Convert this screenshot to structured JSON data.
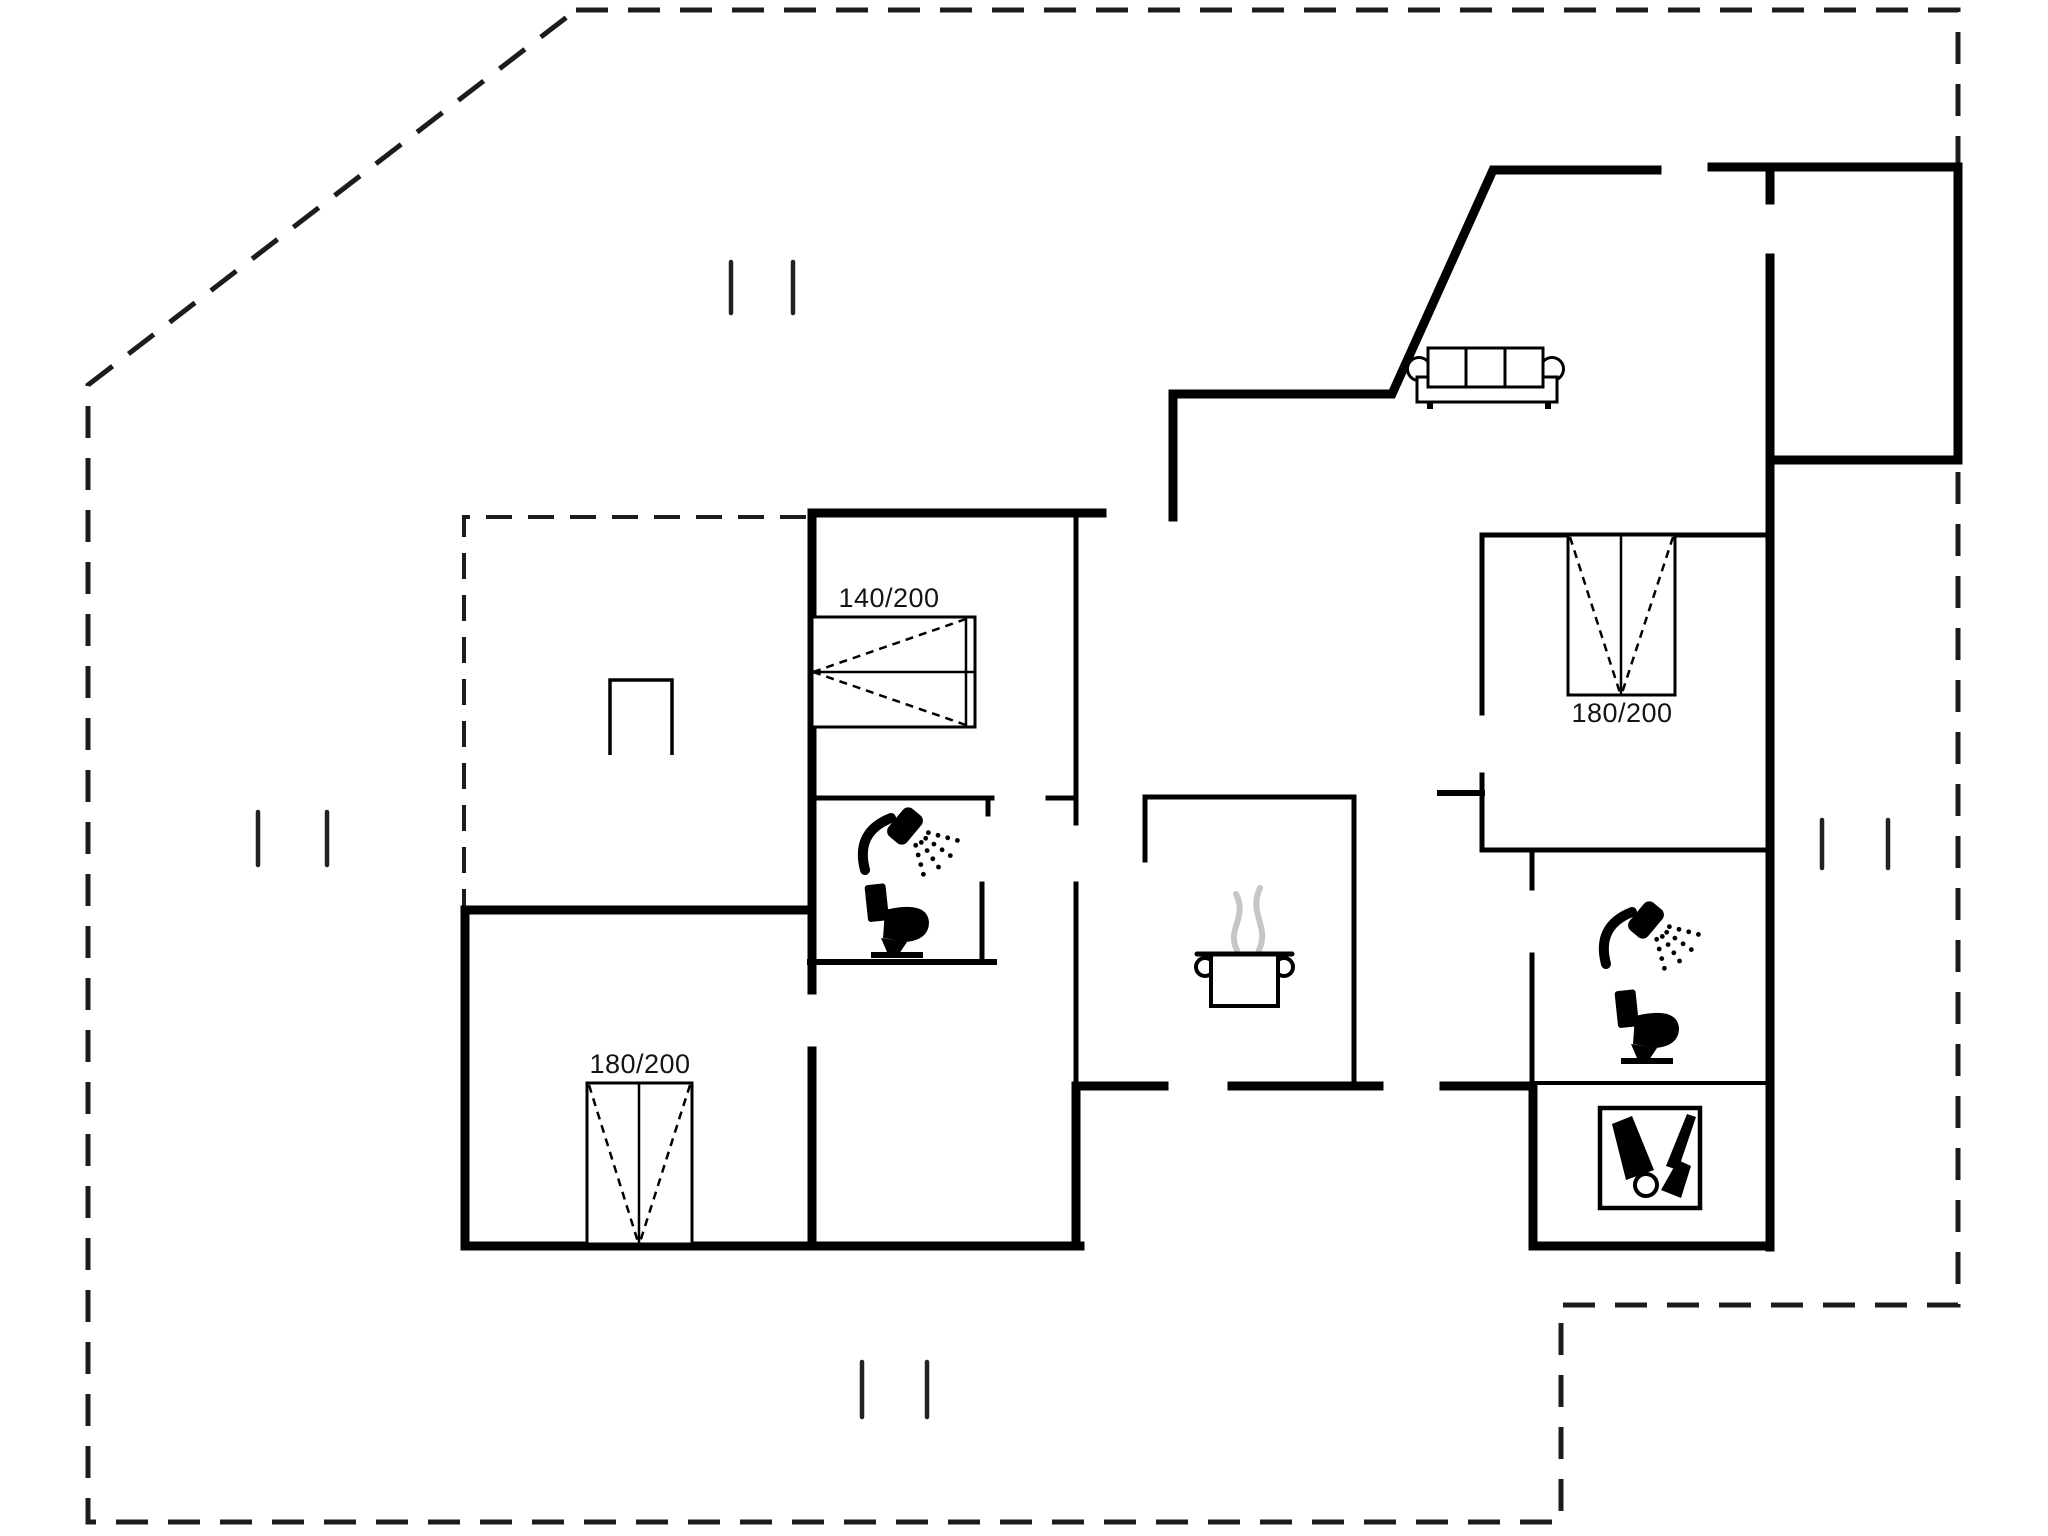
{
  "labels": {
    "bed_west": "140/200",
    "bed_east": "180/200",
    "bed_south": "180/200"
  },
  "colors": {
    "wall": "#000000",
    "background": "#ffffff",
    "boundary": "#1c1c1c",
    "steam": "#c6c6c6"
  },
  "icons": {
    "sofa": "sofa-icon",
    "shower": "shower-icon",
    "toilet": "toilet-icon",
    "pot": "cooking-pot-icon",
    "vacuum": "vacuum-cleaner-icon",
    "window_mark": "window-mark-icon"
  }
}
